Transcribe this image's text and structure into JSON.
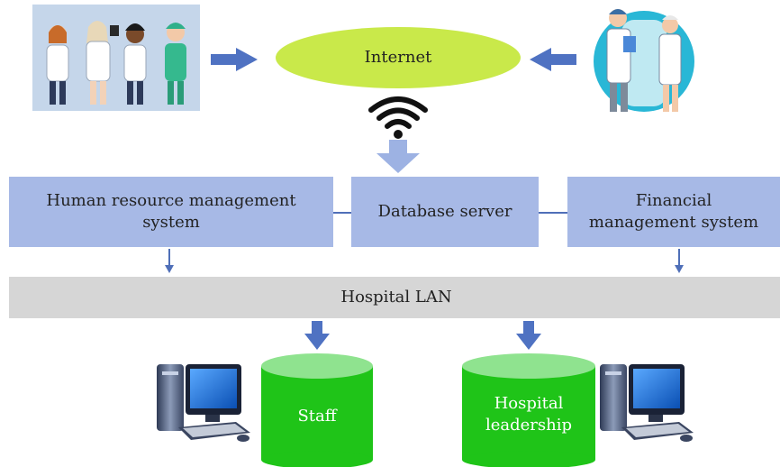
{
  "colors": {
    "box_fill": "#a7b9e6",
    "lan_fill": "#d6d6d6",
    "ellipse_fill": "#c9e94a",
    "cylinder_body": "#1fc418",
    "cylinder_top": "#8fe38f",
    "arrow": "#4f72c2",
    "wide_arrow": "#9db2e3",
    "connector": "#4f6fb8",
    "text_dark": "#222222",
    "text_light": "#ffffff"
  },
  "nodes": {
    "internet": {
      "label": "Internet"
    },
    "hr_system": {
      "label": "Human resource management system"
    },
    "database_server": {
      "label": "Database server"
    },
    "financial_system": {
      "label": "Financial management system"
    },
    "hospital_lan": {
      "label": "Hospital LAN"
    },
    "staff_db": {
      "label": "Staff"
    },
    "leadership_db": {
      "label": "Hospital leadership"
    }
  },
  "icons": {
    "medical_team": "medical-team-illustration",
    "doctor_nurse": "doctor-nurse-illustration",
    "wifi": "wifi-icon",
    "computer_left": "desktop-computer-icon",
    "computer_right": "desktop-computer-icon"
  }
}
